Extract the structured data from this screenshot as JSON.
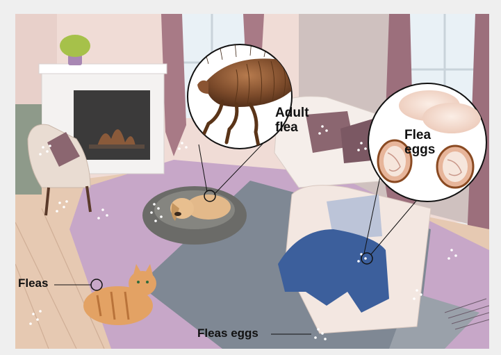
{
  "labels": {
    "adult_flea_line1": "Adult",
    "adult_flea_line2": "flea",
    "flea_eggs_line1": "Flea",
    "flea_eggs_line2": "eggs",
    "fleas": "Fleas",
    "fleas_eggs": "Fleas eggs"
  },
  "colors": {
    "wall": "#f0dcd6",
    "wall_shadow": "#d9c2be",
    "floor_wood": "#e6c9b2",
    "carpet_purple": "#c7a7c8",
    "rug_gray": "#7f8894",
    "curtain": "#a87a86",
    "window": "#e9f1f6",
    "fireplace": "#f4f2f1",
    "flea_brown": "#7b4a2a",
    "egg": "#f7e1d6",
    "blanket": "#3c5f9c",
    "speck": "#ffffff"
  }
}
